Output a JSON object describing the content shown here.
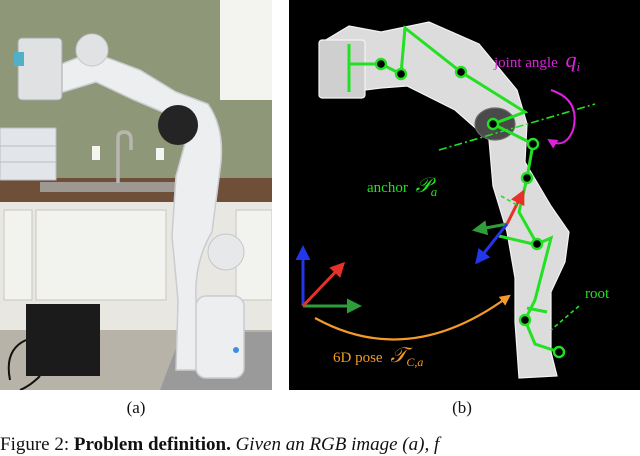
{
  "figure": {
    "subfig_a_label": "(a)",
    "subfig_b_label": "(b)",
    "annotations": {
      "joint_angle_text": "joint angle",
      "joint_angle_symbol": "q",
      "joint_angle_subscript": "i",
      "anchor_text": "anchor",
      "anchor_symbol": "𝒫",
      "anchor_subscript": "a",
      "root_text": "root",
      "pose_text": "6D pose",
      "pose_symbol": "𝒯",
      "pose_subscript": "C,a"
    },
    "caption": {
      "prefix": "Figure 2:",
      "bold_part": "Problem definition.",
      "italic_part": "Given an RGB image (a), f"
    }
  },
  "colors": {
    "skeleton": "#22e022",
    "joint_angle": "#e020e0",
    "pose_arrow": "#f39a28",
    "axis_x": "#2e9e3a",
    "axis_y": "#2336e8",
    "axis_z": "#e8302a",
    "wall": "#8e9878",
    "robot_body": "#ecedee",
    "panel_bg": "#000000"
  }
}
